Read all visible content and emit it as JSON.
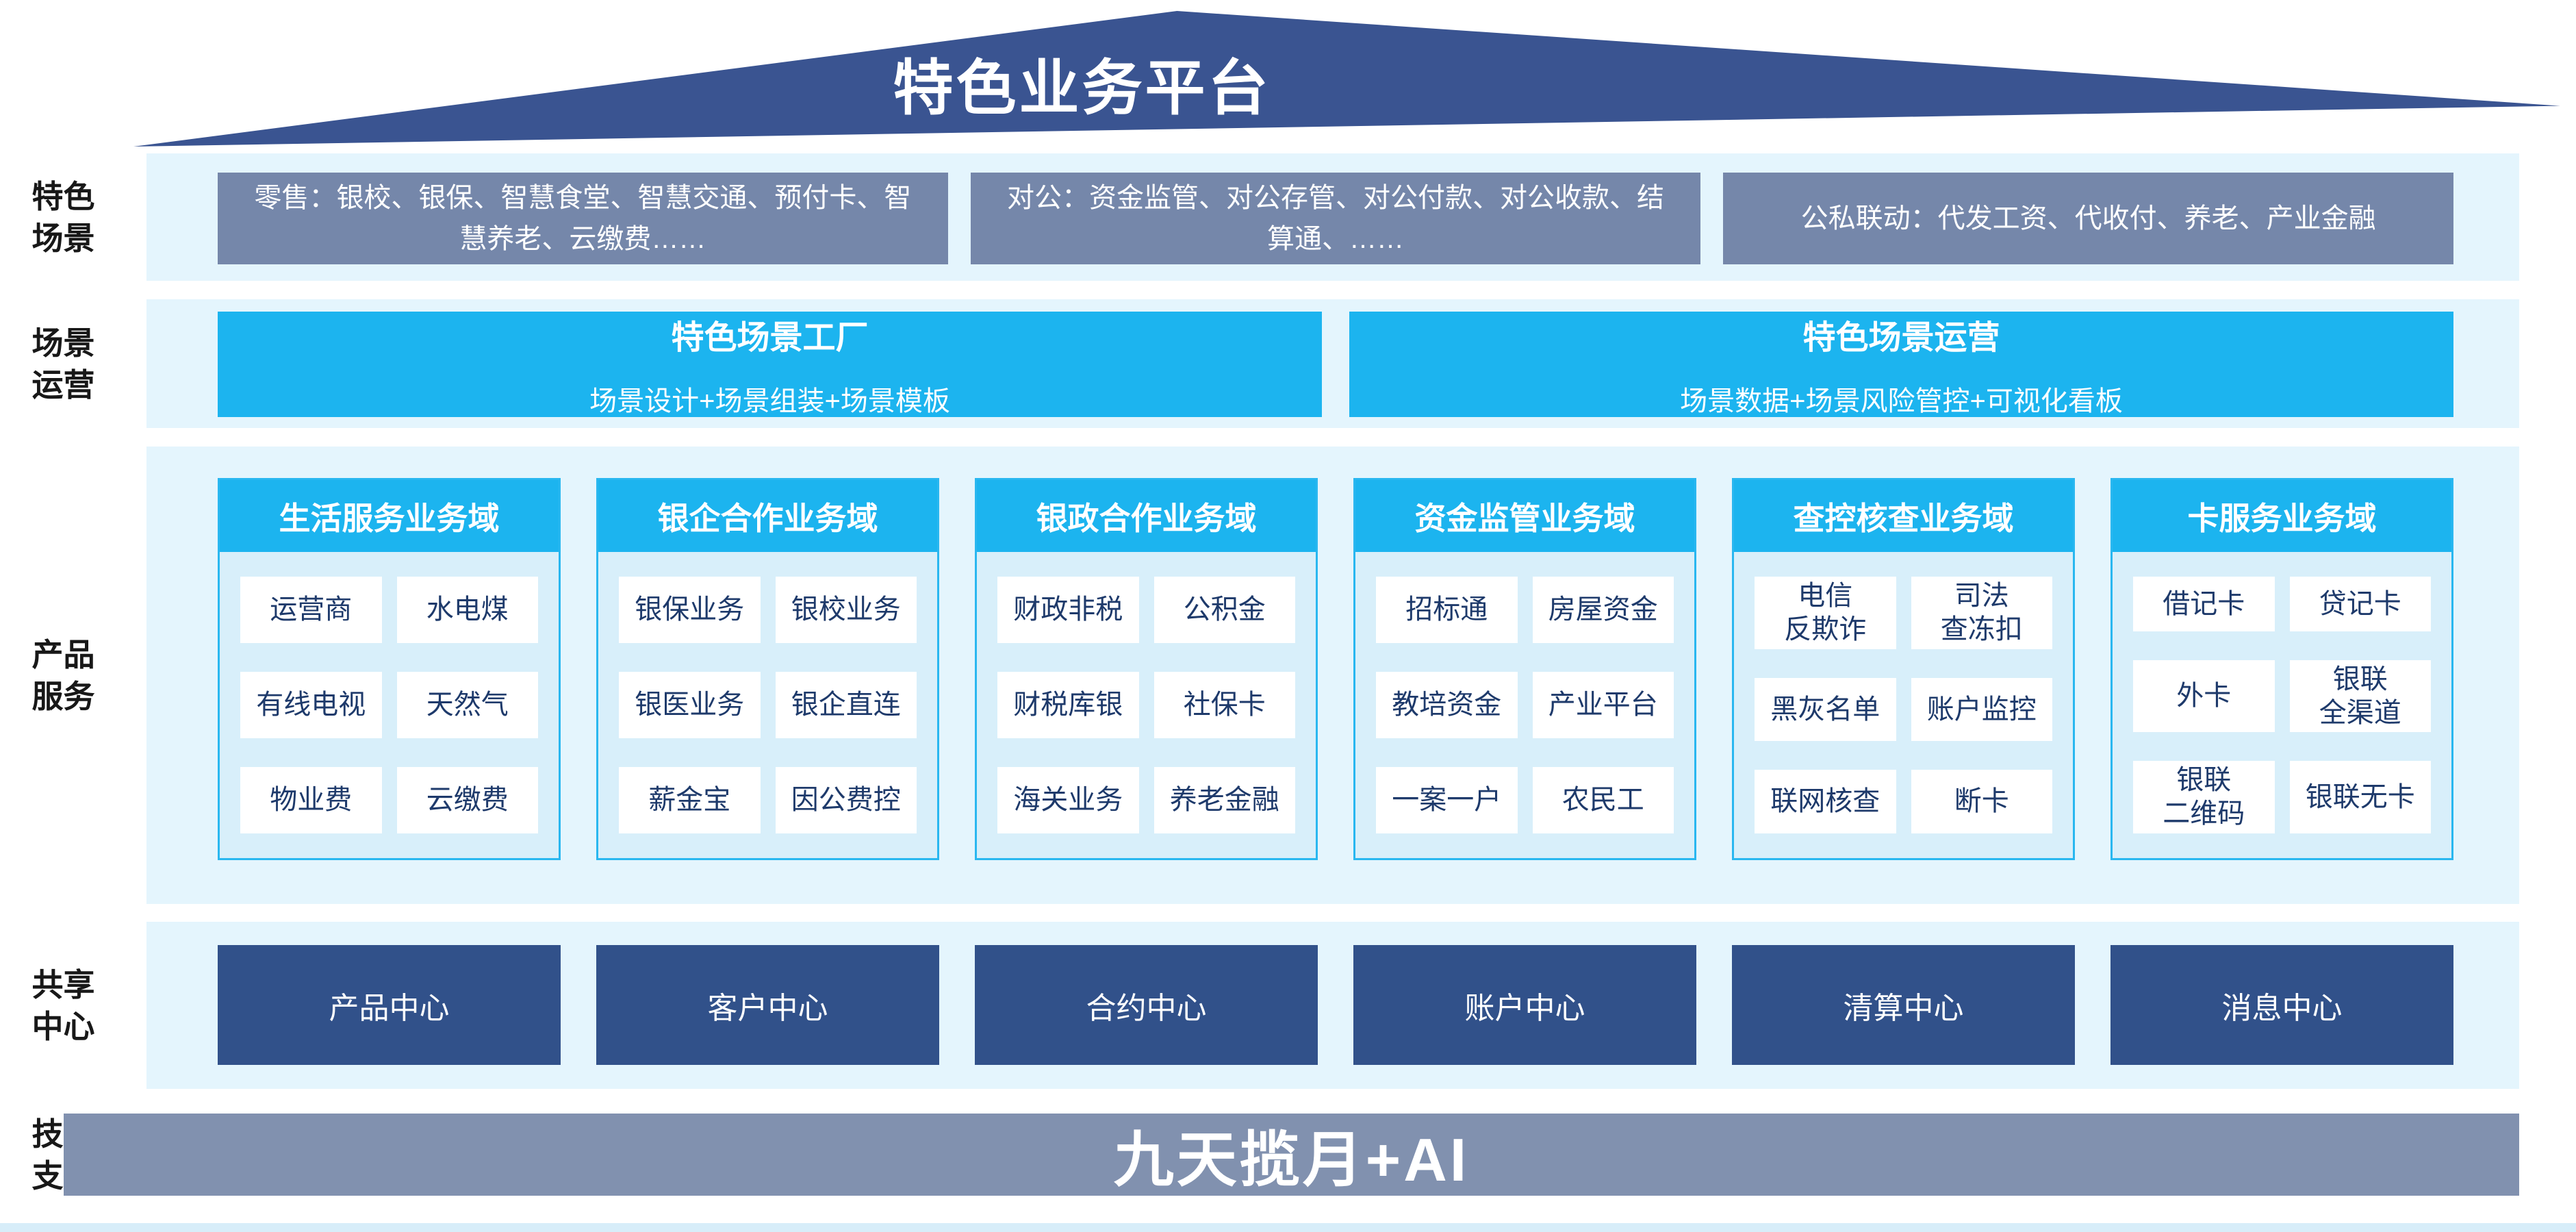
{
  "roof": {
    "title": "特色业务平台"
  },
  "rail": {
    "labels": [
      {
        "text": "特色\n场景"
      },
      {
        "text": "场景\n运营"
      },
      {
        "text": "产品\n服务"
      },
      {
        "text": "共享\n中心"
      },
      {
        "text": "技术\n支撑"
      }
    ]
  },
  "scene_row": {
    "boxes": [
      "零售：银校、银保、智慧食堂、智慧交通、预付卡、智慧养老、云缴费……",
      "对公：资金监管、对公存管、对公付款、对公收款、结算通、……",
      "公私联动：代发工资、代收付、养老、产业金融"
    ]
  },
  "operation_row": {
    "boxes": [
      {
        "title": "特色场景工厂",
        "subtitle": "场景设计+场景组装+场景模板"
      },
      {
        "title": "特色场景运营",
        "subtitle": "场景数据+场景风险管控+可视化看板"
      }
    ]
  },
  "product_row": {
    "columns": [
      {
        "header": "生活服务业务域",
        "cells": [
          [
            "运营商",
            "水电煤"
          ],
          [
            "有线电视",
            "天然气"
          ],
          [
            "物业费",
            "云缴费"
          ]
        ]
      },
      {
        "header": "银企合作业务域",
        "cells": [
          [
            "银保业务",
            "银校业务"
          ],
          [
            "银医业务",
            "银企直连"
          ],
          [
            "薪金宝",
            "因公费控"
          ]
        ]
      },
      {
        "header": "银政合作业务域",
        "cells": [
          [
            "财政非税",
            "公积金"
          ],
          [
            "财税库银",
            "社保卡"
          ],
          [
            "海关业务",
            "养老金融"
          ]
        ]
      },
      {
        "header": "资金监管业务域",
        "cells": [
          [
            "招标通",
            "房屋资金"
          ],
          [
            "教培资金",
            "产业平台"
          ],
          [
            "一案一户",
            "农民工"
          ]
        ]
      },
      {
        "header": "查控核查业务域",
        "cells": [
          [
            "电信\n反欺诈",
            "司法\n查冻扣"
          ],
          [
            "黑灰名单",
            "账户监控"
          ],
          [
            "联网核查",
            "断卡"
          ]
        ]
      },
      {
        "header": "卡服务业务域",
        "cells": [
          [
            "借记卡",
            "贷记卡"
          ],
          [
            "外卡",
            "银联\n全渠道"
          ],
          [
            "银联\n二维码",
            "银联无卡"
          ]
        ]
      }
    ]
  },
  "share_row": {
    "boxes": [
      "产品中心",
      "客户中心",
      "合约中心",
      "账户中心",
      "清算中心",
      "消息中心"
    ]
  },
  "tech_row": {
    "label": "九天揽月+AI"
  },
  "colors": {
    "roof_navy": "#3A5491",
    "band_bg": "#E4F5FD",
    "scene_box": "#7587AA",
    "cyan": "#1CB4EF",
    "column_body": "#D8EFFA",
    "cell_text": "#1E3A6B",
    "share_navy": "#31518A",
    "tech_bar": "#8191AF"
  }
}
